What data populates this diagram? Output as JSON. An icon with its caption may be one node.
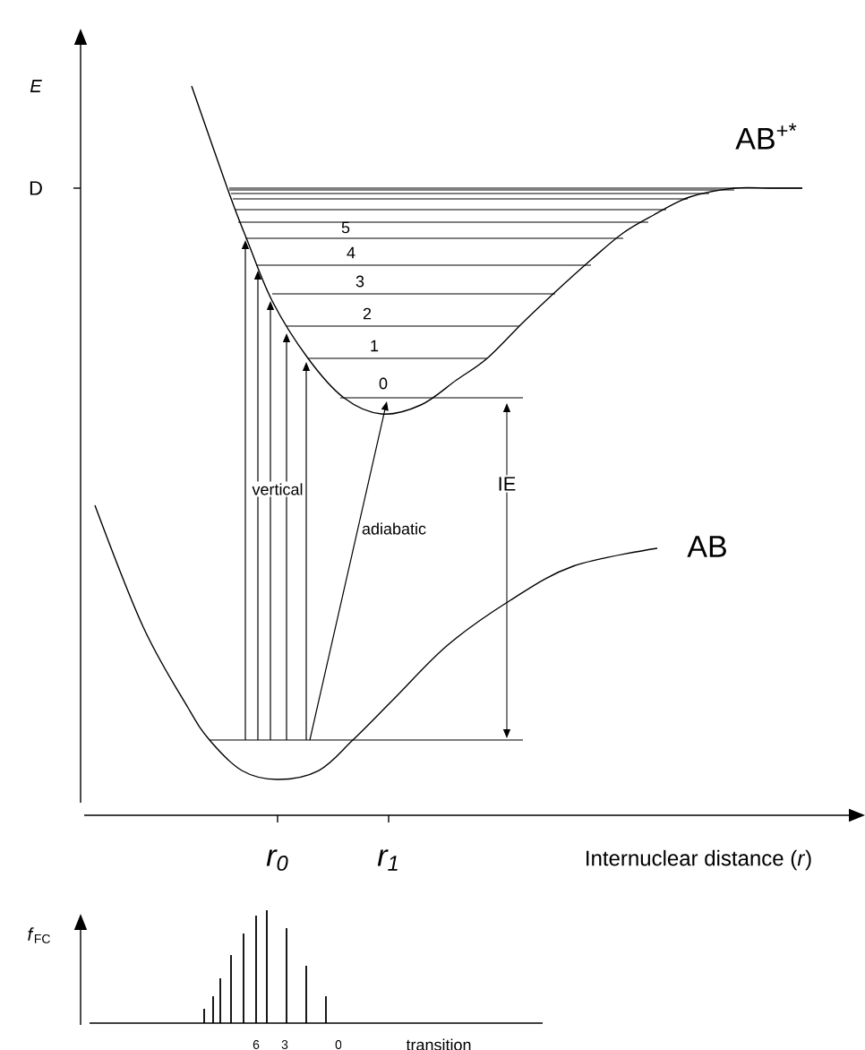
{
  "diagram": {
    "labels": [
      "E",
      "AB$^{+*}$",
      "D",
      "5",
      "4",
      "3",
      "2",
      "1",
      "0",
      "vertical",
      "IE",
      "adiabatic",
      "AB",
      "r$_{0}$",
      "r$_{1}$",
      "Internuclear distance (*r*)",
      "*f*$_{FC}$",
      "6",
      "3",
      "0",
      "transition"
    ]
  }
}
